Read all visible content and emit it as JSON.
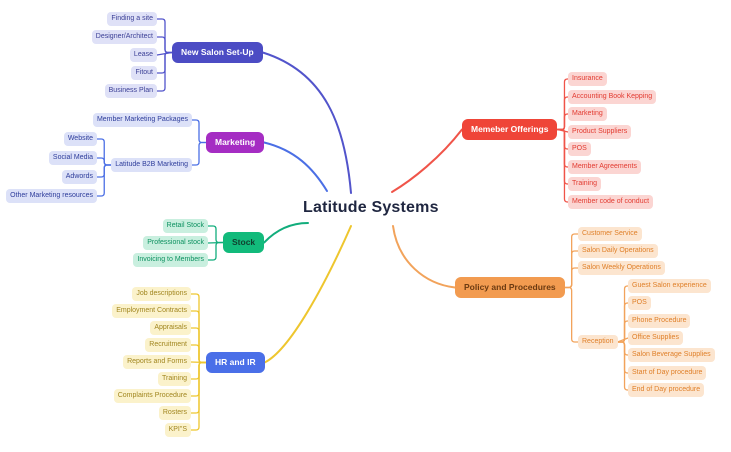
{
  "title": "Latitude Systems",
  "theme": {
    "background": "#FFFFFF",
    "title_color": "#1F2640"
  },
  "branches": [
    {
      "label": "New Salon Set-Up",
      "node_color": "#4C4CC4",
      "node_text_color": "#FFFFFF",
      "child_bg": "#DFE1F7",
      "child_text_color": "#3B3F96",
      "line_color": "#5254CB",
      "children": [
        {
          "label": "Finding a site"
        },
        {
          "label": "Designer/Architect"
        },
        {
          "label": "Lease"
        },
        {
          "label": "Fitout"
        },
        {
          "label": "Business Plan"
        }
      ]
    },
    {
      "label": "Marketing",
      "node_color": "#A52DC3",
      "node_text_color": "#FFFFFF",
      "child_bg": "#DCE1F8",
      "child_text_color": "#2E3D9B",
      "line_color": "#4B6FE5",
      "children": [
        {
          "label": "Member Marketing Packages"
        },
        {
          "label": "Latitude B2B Marketing",
          "children": [
            {
              "label": "Website"
            },
            {
              "label": "Social Media"
            },
            {
              "label": "Adwords"
            },
            {
              "label": "Other Marketing resources"
            }
          ]
        }
      ]
    },
    {
      "label": "Stock",
      "node_color": "#12BA7B",
      "node_text_color": "#11402F",
      "child_bg": "#C9EFDF",
      "child_text_color": "#0C9160",
      "line_color": "#12AD7C",
      "children": [
        {
          "label": "Retail Stock"
        },
        {
          "label": "Professional stock"
        },
        {
          "label": "Invoicing to Members"
        }
      ]
    },
    {
      "label": "HR and IR",
      "node_color": "#4A6FE8",
      "node_text_color": "#FFFFFF",
      "child_bg": "#FBF2CB",
      "child_text_color": "#A1861F",
      "line_color": "#EEC62E",
      "children": [
        {
          "label": "Job descriptions"
        },
        {
          "label": "Employment Contracts"
        },
        {
          "label": "Appraisals"
        },
        {
          "label": "Recruitment"
        },
        {
          "label": "Reports and Forms"
        },
        {
          "label": "Training"
        },
        {
          "label": "Complaints Procedure"
        },
        {
          "label": "Rosters"
        },
        {
          "label": "KPI\"S"
        }
      ]
    },
    {
      "label": "Memeber Offerings",
      "node_color": "#EF4538",
      "node_text_color": "#FFFFFF",
      "child_bg": "#FBD5D2",
      "child_text_color": "#E23B31",
      "line_color": "#F05449",
      "children": [
        {
          "label": "Insurance"
        },
        {
          "label": "Accounting Book Kepping"
        },
        {
          "label": "Marketing"
        },
        {
          "label": "Product Suppliers"
        },
        {
          "label": "POS"
        },
        {
          "label": "Member Agreements"
        },
        {
          "label": "Training"
        },
        {
          "label": "Member code of conduct"
        }
      ]
    },
    {
      "label": "Policy and Procedures",
      "node_color": "#F29B50",
      "node_text_color": "#6B3A11",
      "child_bg": "#FCE5CF",
      "child_text_color": "#DF7F28",
      "line_color": "#F2A35B",
      "children": [
        {
          "label": "Customer Service"
        },
        {
          "label": "Salon Daily Operations"
        },
        {
          "label": "Salon Weekly Operations"
        },
        {
          "label": "Reception",
          "children": [
            {
              "label": "Guest Salon experience"
            },
            {
              "label": "POS"
            },
            {
              "label": "Phone Procedure"
            },
            {
              "label": "Office Supplies"
            },
            {
              "label": "Salon Beverage Supplies"
            },
            {
              "label": "Start of Day procedure"
            },
            {
              "label": "End of Day procedure"
            }
          ]
        }
      ]
    }
  ]
}
